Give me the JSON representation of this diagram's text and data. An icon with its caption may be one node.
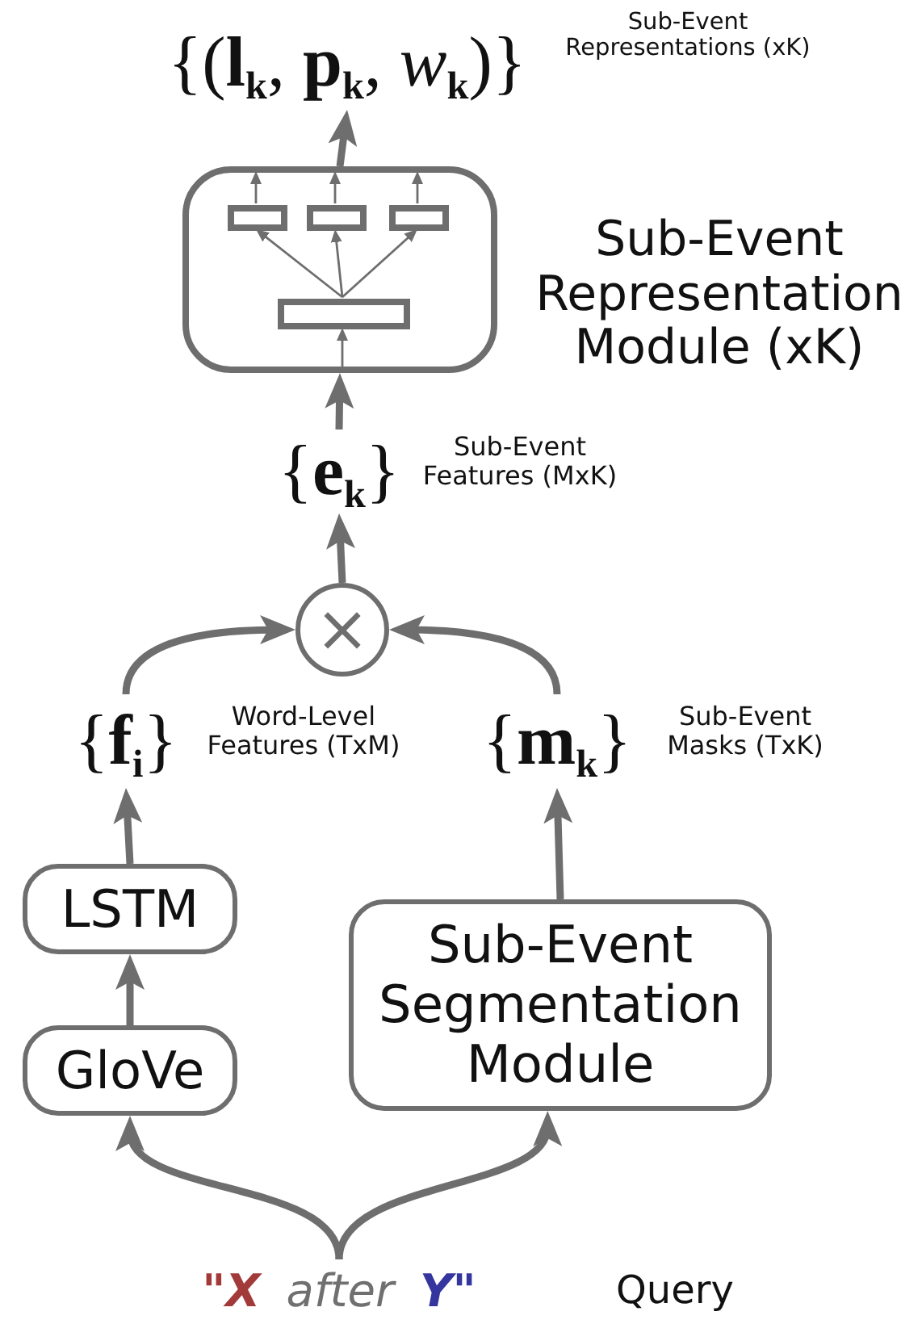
{
  "diagram": {
    "nodes": [
      {
        "text": [
          "{(**l**$_{k}$, **p**$_{k}$, *w*$_{k}$)}"
        ],
        "beside": [
          "Sub-Event Representations (xK)"
        ]
      },
      {
        "text": [],
        "shape": "box",
        "beside": [
          "Sub-Event Representation Module (xK)"
        ]
      },
      {
        "text": [],
        "shape": "bar",
        "in": 1
      },
      {
        "text": [],
        "shape": "bar",
        "in": 1
      },
      {
        "text": [],
        "shape": "bar",
        "in": 1
      },
      {
        "text": [],
        "shape": "bar",
        "in": 1
      },
      {
        "text": [
          "{**e**$_{k}$}"
        ],
        "beside": [
          "Sub-Event Features (MxK)"
        ]
      },
      {
        "text": [
          "×"
        ]
      },
      {
        "text": [
          "{**f**$_{i}$}"
        ],
        "beside": [
          "Word-Level Features (TxM)"
        ]
      },
      {
        "text": [
          "{**m**$_{k}$}"
        ],
        "beside": [
          "Sub-Event Masks (TxK)"
        ]
      },
      {
        "text": [
          "LSTM"
        ]
      },
      {
        "text": [
          "Sub-Event Segmentation Module"
        ]
      },
      {
        "text": [
          "GloVe"
        ]
      },
      {
        "text": [
          "\"X",
          "after",
          "Y\""
        ],
        "beside": [
          "Query"
        ]
      }
    ],
    "edges": [
      {
        "from": 1,
        "to": 0,
        "arrow": "to"
      },
      {
        "from": 5,
        "to": 2,
        "arrow": "to"
      },
      {
        "from": 5,
        "to": 3,
        "arrow": "to"
      },
      {
        "from": 5,
        "to": 4,
        "arrow": "to"
      },
      {
        "from": 2,
        "to": null,
        "arrow": "to"
      },
      {
        "from": 3,
        "to": null,
        "arrow": "to"
      },
      {
        "from": 4,
        "to": null,
        "arrow": "to"
      },
      {
        "from": null,
        "to": 5,
        "arrow": "to"
      },
      {
        "from": 6,
        "to": 1,
        "arrow": "to"
      },
      {
        "from": 7,
        "to": 6,
        "arrow": "to"
      },
      {
        "from": 8,
        "to": 7,
        "arrow": "to"
      },
      {
        "from": 9,
        "to": 7,
        "arrow": "to"
      },
      {
        "from": 10,
        "to": 8,
        "arrow": "to"
      },
      {
        "from": 11,
        "to": 9,
        "arrow": "to"
      },
      {
        "from": 12,
        "to": 10,
        "arrow": "to"
      },
      {
        "from": 13,
        "to": 12,
        "arrow": "to"
      },
      {
        "from": 13,
        "to": 11,
        "arrow": "to"
      }
    ]
  }
}
